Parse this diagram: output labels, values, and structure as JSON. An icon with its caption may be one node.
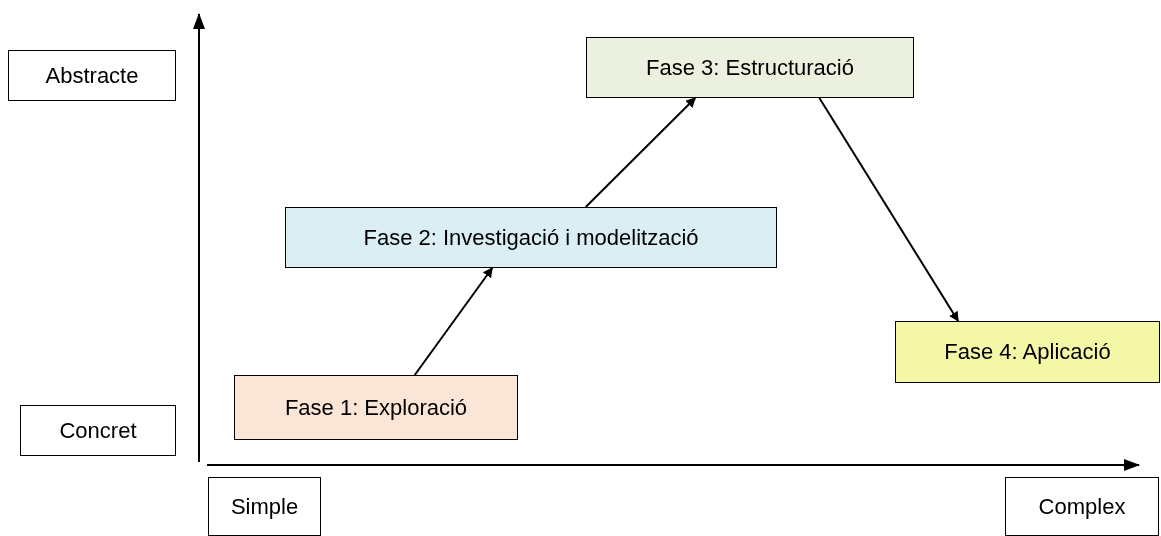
{
  "diagram": {
    "nodes": [
      {
        "text": [
          "Abstracte"
        ]
      },
      {
        "text": [
          "Fase 3: Estructuració"
        ]
      },
      {
        "text": [
          "Fase 2: Investigació i modelització"
        ]
      },
      {
        "text": [
          "Fase 4: Aplicació"
        ]
      },
      {
        "text": [
          "Fase 1: Exploració"
        ]
      },
      {
        "text": [
          "Concret"
        ]
      },
      {
        "text": [
          "Simple"
        ]
      },
      {
        "text": [
          "Complex"
        ]
      }
    ],
    "edges": [
      {
        "from": 4,
        "to": 2,
        "arrow": "to"
      },
      {
        "from": 2,
        "to": 1,
        "arrow": "to"
      },
      {
        "from": 1,
        "to": 3,
        "arrow": "to"
      }
    ]
  }
}
